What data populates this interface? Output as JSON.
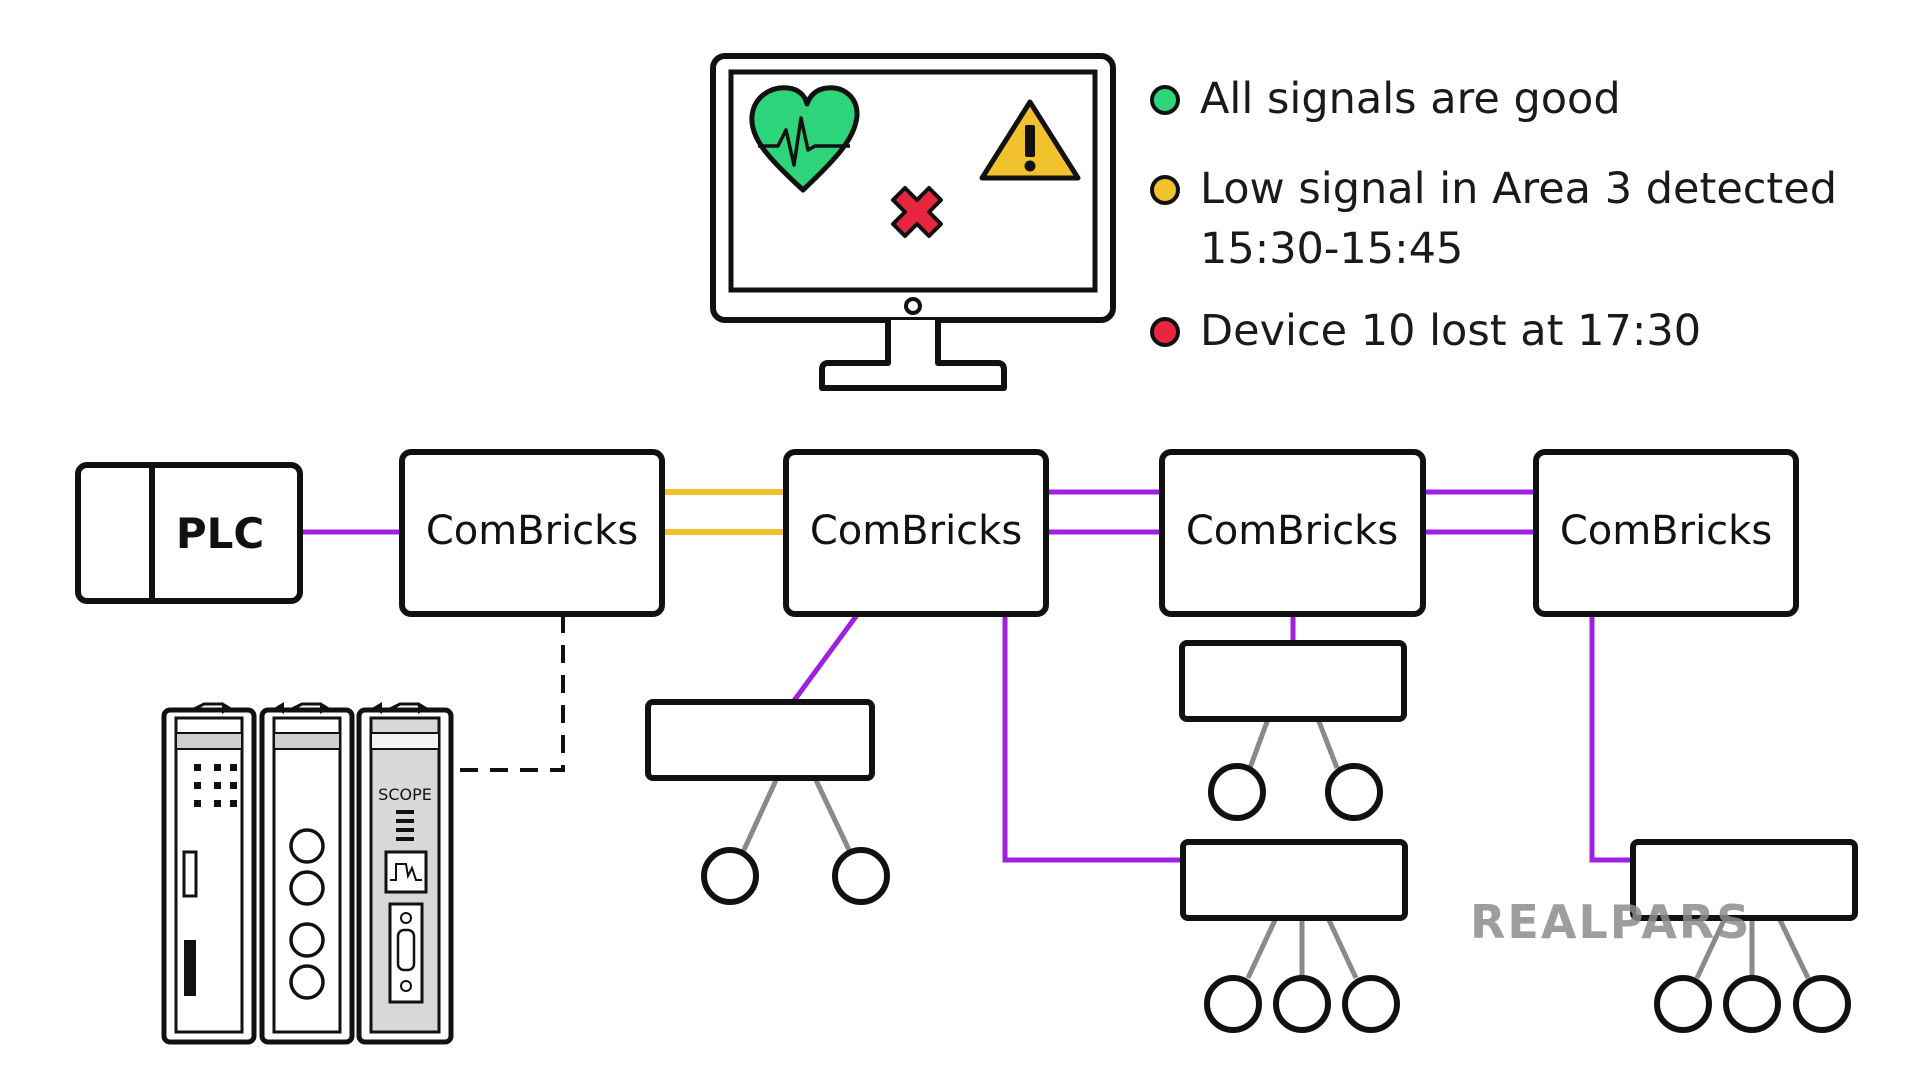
{
  "legend": {
    "items": [
      {
        "status": "good",
        "color": "#2ed47a",
        "text": "All signals are good"
      },
      {
        "status": "warning",
        "color": "#f2c12e",
        "text": "Low signal in Area 3 detected",
        "text2": "15:30-15:45"
      },
      {
        "status": "error",
        "color": "#e8263f",
        "text": "Device 10 lost at 17:30"
      }
    ]
  },
  "monitor": {
    "icons": [
      "heart-pulse-icon",
      "warning-triangle-icon",
      "red-x-icon"
    ],
    "colors": {
      "heart": "#2ed47a",
      "warning": "#f2c12e",
      "x": "#e8263f"
    }
  },
  "network": {
    "plc_label": "PLC",
    "nodes": [
      {
        "label": "ComBricks"
      },
      {
        "label": "ComBricks"
      },
      {
        "label": "ComBricks"
      },
      {
        "label": "ComBricks"
      }
    ],
    "module_label": "SCOPE",
    "colors": {
      "bus": "#a020e0",
      "low_signal": "#f2c12e",
      "device_link": "#8a8a8a",
      "dashed": "#111111"
    }
  },
  "watermark": "REALPARS"
}
